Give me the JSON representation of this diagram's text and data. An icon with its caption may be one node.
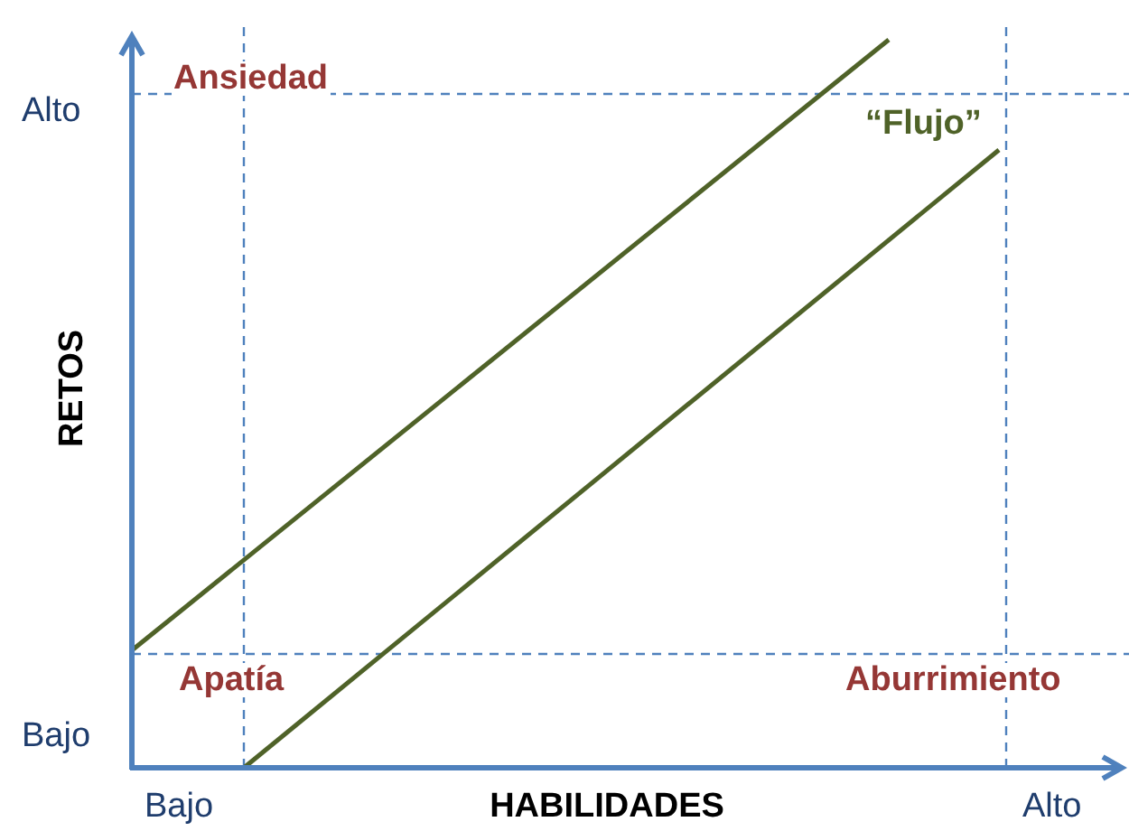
{
  "diagram": {
    "labels": [
      "Ansiedad",
      "Alto",
      "“Flujo”",
      "RETOS",
      "Apatía",
      "Aburrimiento",
      "Bajo",
      "Bajo",
      "HABILIDADES",
      "Alto"
    ]
  }
}
